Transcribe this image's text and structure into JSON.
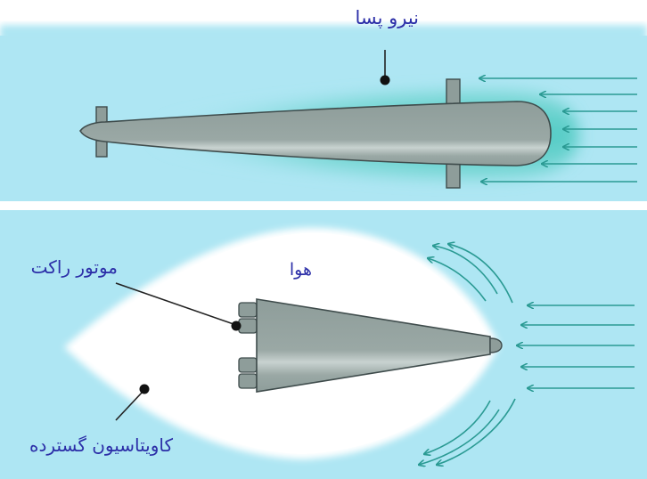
{
  "labels": {
    "top_drag": "نیرو پسا",
    "rocket_motor": "موتور راکت",
    "air": "هوا",
    "supercavitation": "کاویتاسیون گسترده"
  },
  "colors": {
    "water": "#aee6f3",
    "wake": "#37c2b8",
    "hull": "#8e9d9a",
    "hull_edge": "#3f4c4c",
    "arrow": "#2a9a93",
    "label": "#2c2fa8",
    "cavity": "#ffffff"
  }
}
